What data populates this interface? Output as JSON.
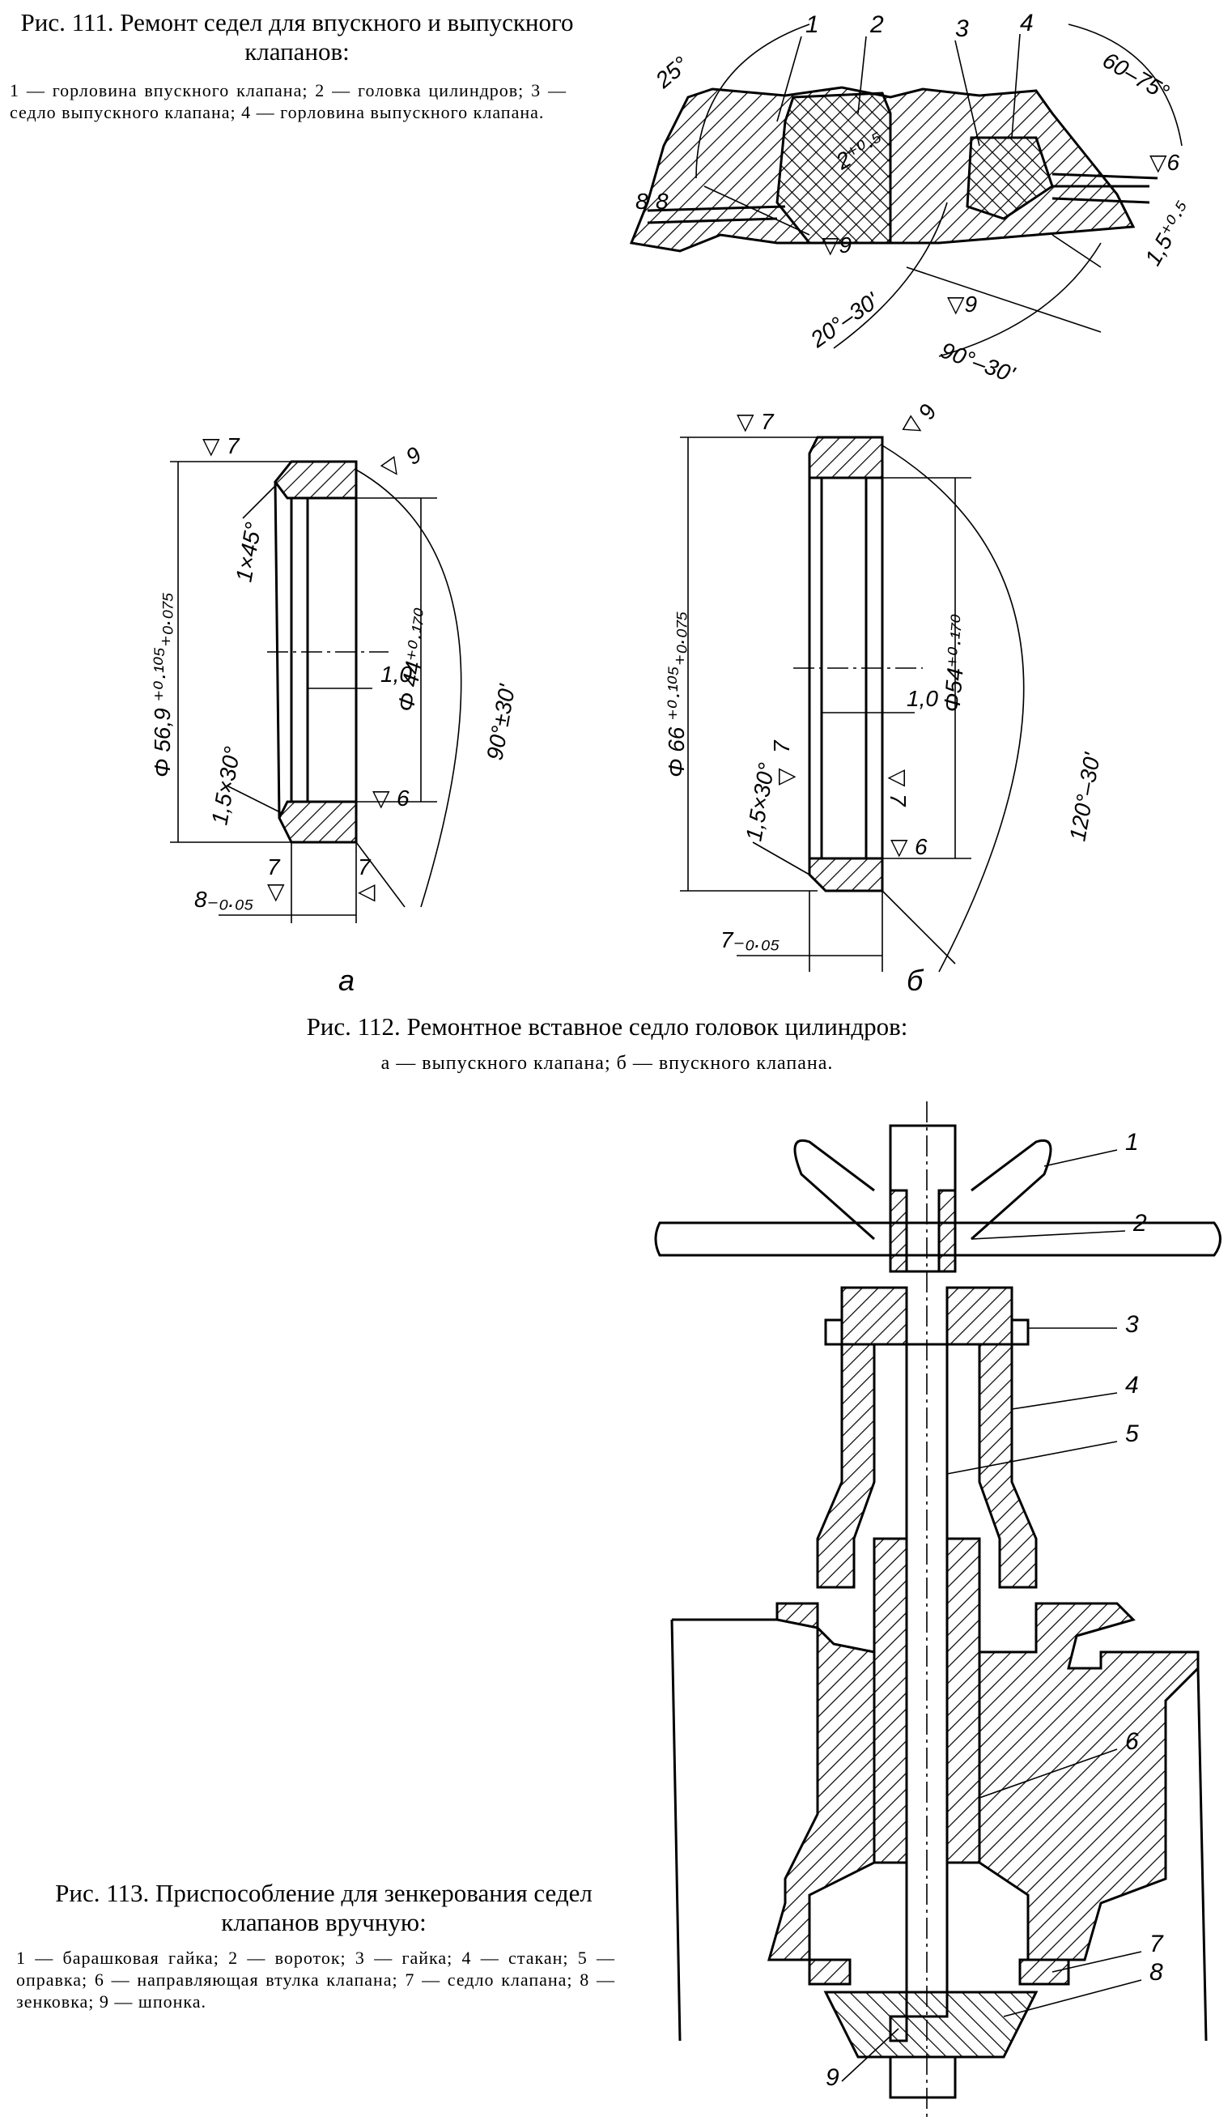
{
  "fig111": {
    "title": "Рис. 111. Ремонт седел для впускного и выпускного клапанов:",
    "legend": "1 — горловина впускного клапана; 2 — головка цилиндров; 3 — седло выпускного клапана; 4 — горловина выпускного клапана.",
    "labels": {
      "n1": "1",
      "n2": "2",
      "n3": "3",
      "n4": "4",
      "a25": "25°",
      "a6075": "60–75°",
      "a2030": "20°–30'",
      "a9030": "90°–30'",
      "d2": "2⁺⁰·⁵",
      "d15": "1,5⁺⁰·⁵",
      "f8": "8",
      "f9a": "9",
      "f9b": "9",
      "f6": "6"
    }
  },
  "fig112": {
    "title": "Рис. 112. Ремонтное вставное седло головок цилиндров:",
    "legend": "а — выпускного клапана; б — впускного клапана.",
    "sub_a": "а",
    "sub_b": "б",
    "a": {
      "f7top": "7",
      "f9": "9",
      "chamfer": "1×45°",
      "dia_in": "Φ 44⁺⁰·¹⁷⁰",
      "dia_out": "Φ 56,9 ⁺⁰·¹⁰⁵₊₀.₀₇₅",
      "angle": "90°±30'",
      "t": "1,0",
      "chamfer2": "1,5×30°",
      "f6": "6",
      "f7a": "7",
      "f7b": "7",
      "width": "8₋₀.₀₅"
    },
    "b": {
      "f7top": "7",
      "f9": "9",
      "dia_out": "Φ 66 ⁺⁰·¹⁰⁵₊₀.₀₇₅",
      "dia_in": "Φ54⁺⁰·¹⁷⁰",
      "angle": "120°–30'",
      "t": "1,0",
      "chamfer": "1,5×30°",
      "f7a": "7",
      "f7b": "7",
      "f6": "6",
      "width": "7₋₀.₀₅"
    }
  },
  "fig113": {
    "title": "Рис. 113. Приспособление для зенкерования седел клапанов вручную:",
    "legend": "1 — барашковая гайка; 2 — вороток; 3 — гайка; 4 — стакан; 5 — оправка; 6 — направляющая втулка клапана; 7 — седло клапана; 8 — зенковка; 9 — шпонка.",
    "labels": {
      "n1": "1",
      "n2": "2",
      "n3": "3",
      "n4": "4",
      "n5": "5",
      "n6": "6",
      "n7": "7",
      "n8": "8",
      "n9": "9"
    }
  }
}
